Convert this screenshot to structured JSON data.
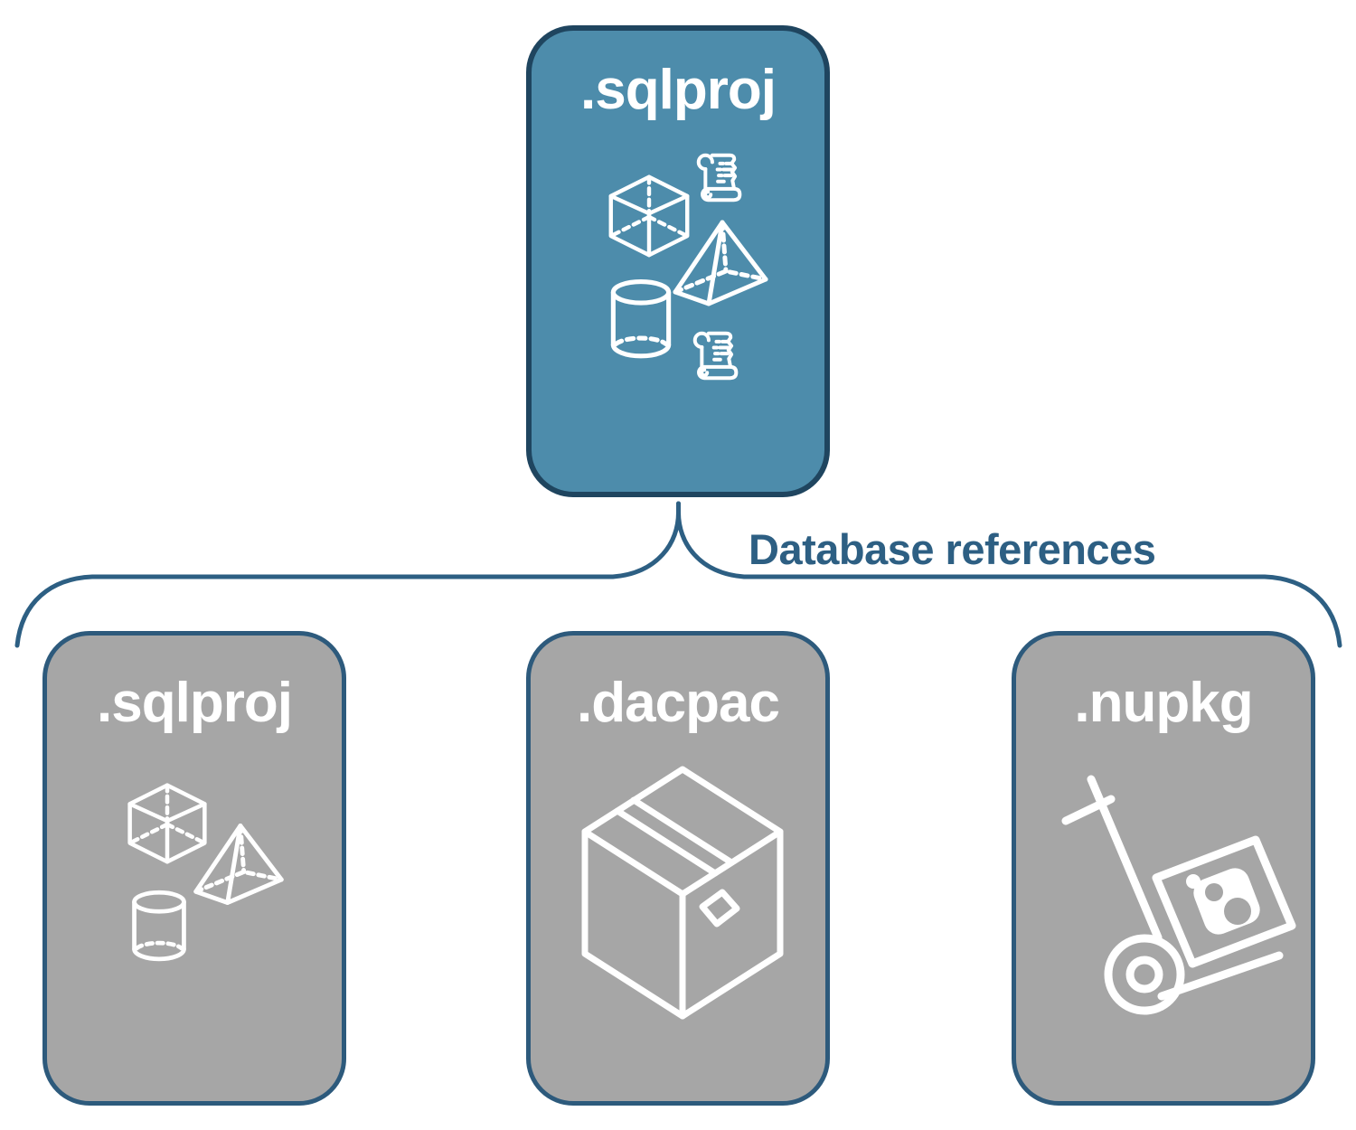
{
  "diagram": {
    "root_card": {
      "label": ".sqlproj"
    },
    "edge_label": "Database references",
    "child_cards": [
      {
        "label": ".sqlproj",
        "icon": "database-objects"
      },
      {
        "label": ".dacpac",
        "icon": "package-box"
      },
      {
        "label": ".nupkg",
        "icon": "nuget-handtruck"
      }
    ],
    "colors": {
      "root_fill": "#4d8cab",
      "root_border": "#1f455f",
      "child_fill": "#a6a6a6",
      "child_border": "#2d5a7c",
      "accent": "#2d5f83",
      "icon": "#ffffff"
    }
  }
}
